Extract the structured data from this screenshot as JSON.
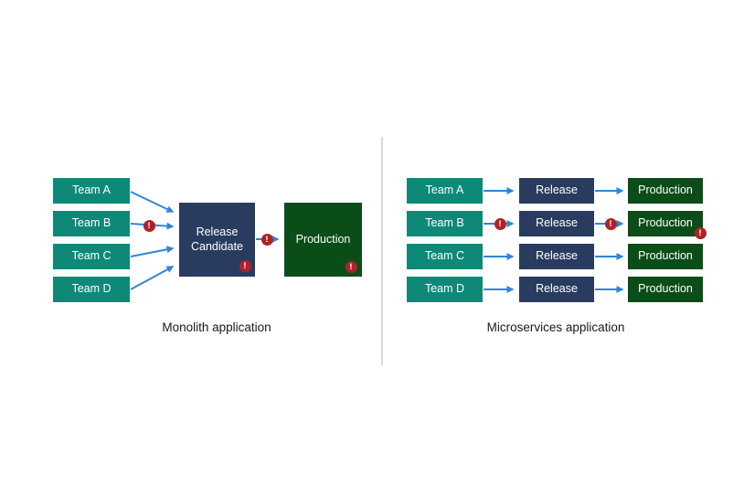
{
  "icons": {
    "error_icon_glyph": "!"
  },
  "colors": {
    "team_box": "#0E8977",
    "release_box": "#293B5F",
    "production_box": "#0B4D18",
    "arrow": "#2E86D6",
    "error_badge": "#AE2328",
    "divider": "#D9D9D9",
    "caption_text": "#1A1A1A",
    "box_text": "#FFFFFF",
    "background": "#FFFFFF"
  },
  "monolith": {
    "caption": "Monolith application",
    "teams": [
      {
        "label": "Team A"
      },
      {
        "label": "Team B"
      },
      {
        "label": "Team C"
      },
      {
        "label": "Team D"
      }
    ],
    "release_candidate": {
      "line1": "Release",
      "line2": "Candidate"
    },
    "production": {
      "label": "Production"
    }
  },
  "microservices": {
    "caption": "Microservices application",
    "rows": [
      {
        "team": "Team A",
        "release": "Release",
        "production": "Production",
        "has_error": false
      },
      {
        "team": "Team B",
        "release": "Release",
        "production": "Production",
        "has_error": true
      },
      {
        "team": "Team C",
        "release": "Release",
        "production": "Production",
        "has_error": false
      },
      {
        "team": "Team D",
        "release": "Release",
        "production": "Production",
        "has_error": false
      }
    ]
  }
}
